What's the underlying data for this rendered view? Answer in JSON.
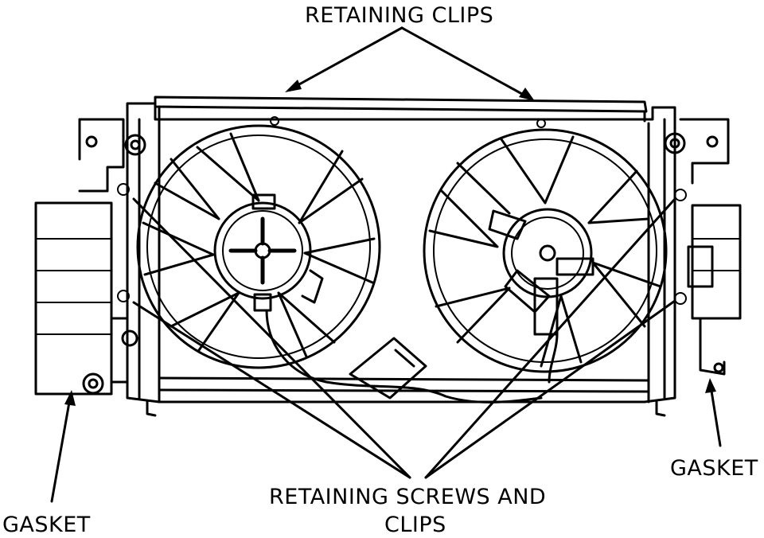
{
  "labels": {
    "retaining_clips": "RETAINING CLIPS",
    "retaining_screws_line1": "RETAINING SCREWS AND",
    "retaining_screws_line2": "CLIPS",
    "gasket_left": "GASKET",
    "gasket_right": "GASKET"
  },
  "colors": {
    "ink": "#000000",
    "paper": "#ffffff"
  }
}
